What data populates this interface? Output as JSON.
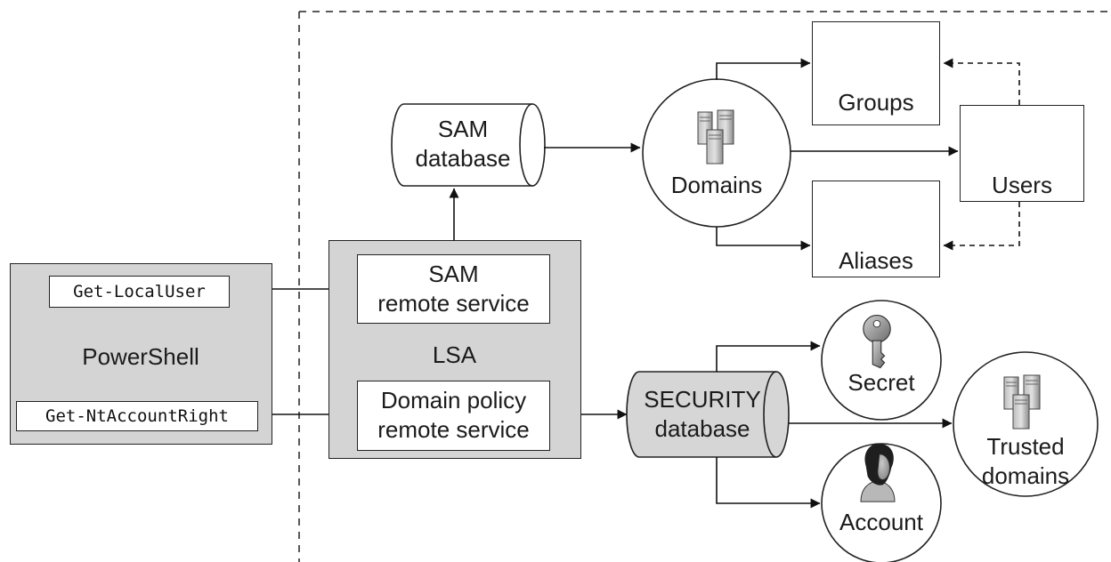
{
  "powershell": {
    "label": "PowerShell",
    "cmd_local_user": "Get-LocalUser",
    "cmd_account_right": "Get-NtAccountRight"
  },
  "lsa": {
    "label": "LSA",
    "sam_service": "SAM\nremote service",
    "policy_service": "Domain policy\nremote service"
  },
  "sam_database": {
    "label": "SAM\ndatabase"
  },
  "security_database": {
    "label": "SECURITY\ndatabase"
  },
  "nodes": {
    "domains": "Domains",
    "groups": "Groups",
    "aliases": "Aliases",
    "users": "Users",
    "secret": "Secret",
    "trusted_domains": "Trusted\ndomains",
    "account": "Account"
  }
}
